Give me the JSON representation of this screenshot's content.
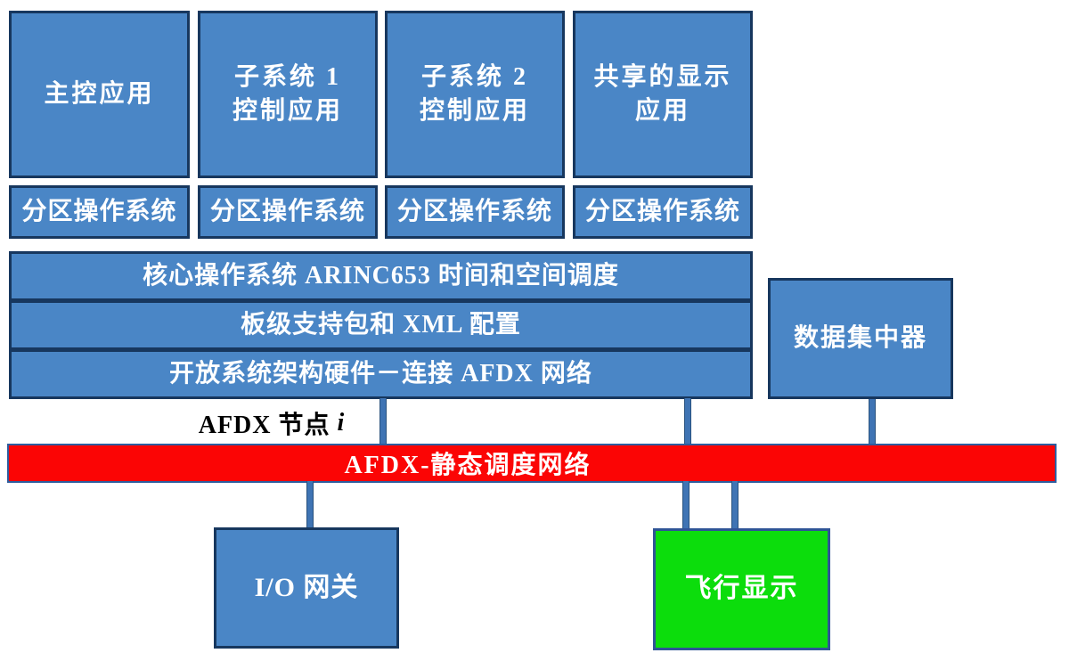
{
  "diagram": {
    "title_implied": "AFDX node architecture diagram",
    "colors": {
      "box_blue": "#4a86c6",
      "box_border_navy": "#17375e",
      "network_bar_red": "#fb0505",
      "network_bar_border": "#2e5c9e",
      "flight_display_green": "#0cdd0c",
      "connector_blue": "#3f74b4",
      "text_white": "#ffffff",
      "text_black": "#000000"
    },
    "columns": [
      {
        "app": "主控应用",
        "os": "分区操作系统"
      },
      {
        "app": "子系统 1\n控制应用",
        "os": "分区操作系统"
      },
      {
        "app": "子系统 2\n控制应用",
        "os": "分区操作系统"
      },
      {
        "app": "共享的显示\n应用",
        "os": "分区操作系统"
      }
    ],
    "core_layers": [
      "核心操作系统 ARINC653 时间和空间调度",
      "板级支持包和 XML 配置",
      "开放系统架构硬件－连接 AFDX 网络"
    ],
    "afdx_node_label": {
      "prefix": "AFDX 节点",
      "italic_suffix": "i"
    },
    "network_bar_label": "AFDX-静态调度网络",
    "data_concentrator_label": "数据集中器",
    "io_gateway_label": "I/O 网关",
    "flight_display_label": "飞行显示"
  }
}
